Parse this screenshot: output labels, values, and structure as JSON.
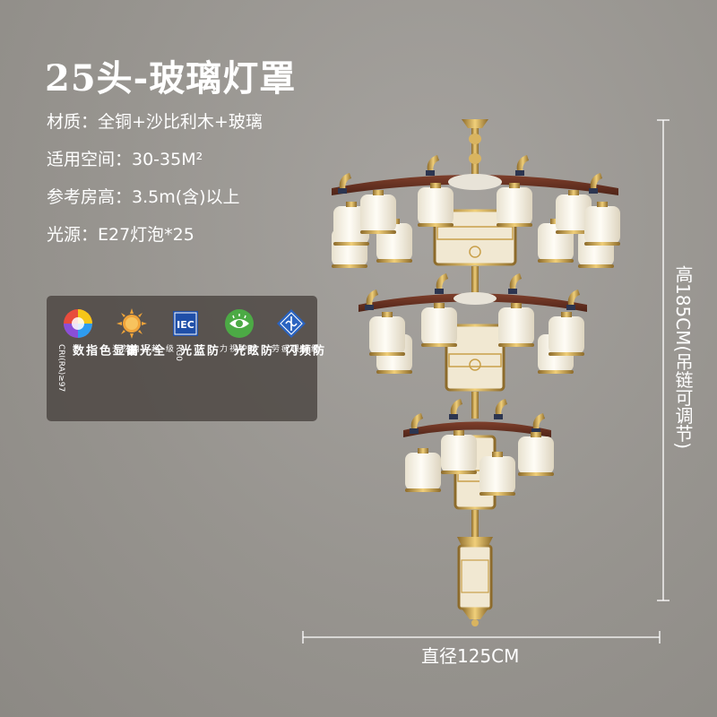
{
  "title": "25头-玻璃灯罩",
  "specs": [
    "材质：全铜+沙比利木+玻璃",
    "适用空间：30-35M²",
    "参考房高：3.5m(含)以上",
    "光源：E27灯泡*25"
  ],
  "features": [
    {
      "icon": "color-wheel-icon",
      "main": "高显色指数",
      "sub": "CRI(RA)≥97"
    },
    {
      "icon": "sun-icon",
      "main": "全光谱",
      "sub": "趋近自然光"
    },
    {
      "icon": "iec-badge-icon",
      "main": "防蓝光",
      "sub": "RG0级",
      "badge_text": "IEC"
    },
    {
      "icon": "eye-icon",
      "main": "防眩光",
      "sub": "呵护视力"
    },
    {
      "icon": "diamond-warning-icon",
      "main": "防频闪",
      "sub": "缓解眼疲劳"
    }
  ],
  "dimensions": {
    "height": "高185CM(吊链可调节)",
    "width": "直径125CM"
  },
  "colors": {
    "background": "#97948f",
    "panel": "#46403c",
    "text": "#ffffff",
    "wood": "#6b3424",
    "brass": "#c9a04a",
    "glass": "#f6f1e4"
  }
}
